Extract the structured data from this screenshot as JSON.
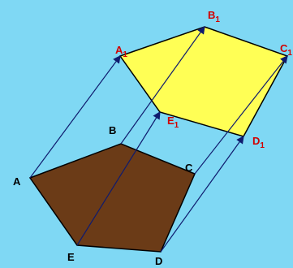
{
  "colors": {
    "background": "#7fd8f4",
    "original_fill": "#6b3b17",
    "image_fill": "#ffff55",
    "edge_stroke": "#000000",
    "translation_arrows": "#0f1b6e",
    "original_labels": "#000000",
    "image_labels": "#d10000"
  },
  "labels": {
    "A": "A",
    "B": "B",
    "C": "C",
    "D": "D",
    "E": "E",
    "A1": "A",
    "B1": "B",
    "C1": "C",
    "D1": "D",
    "E1": "E",
    "subscript": "1"
  }
}
